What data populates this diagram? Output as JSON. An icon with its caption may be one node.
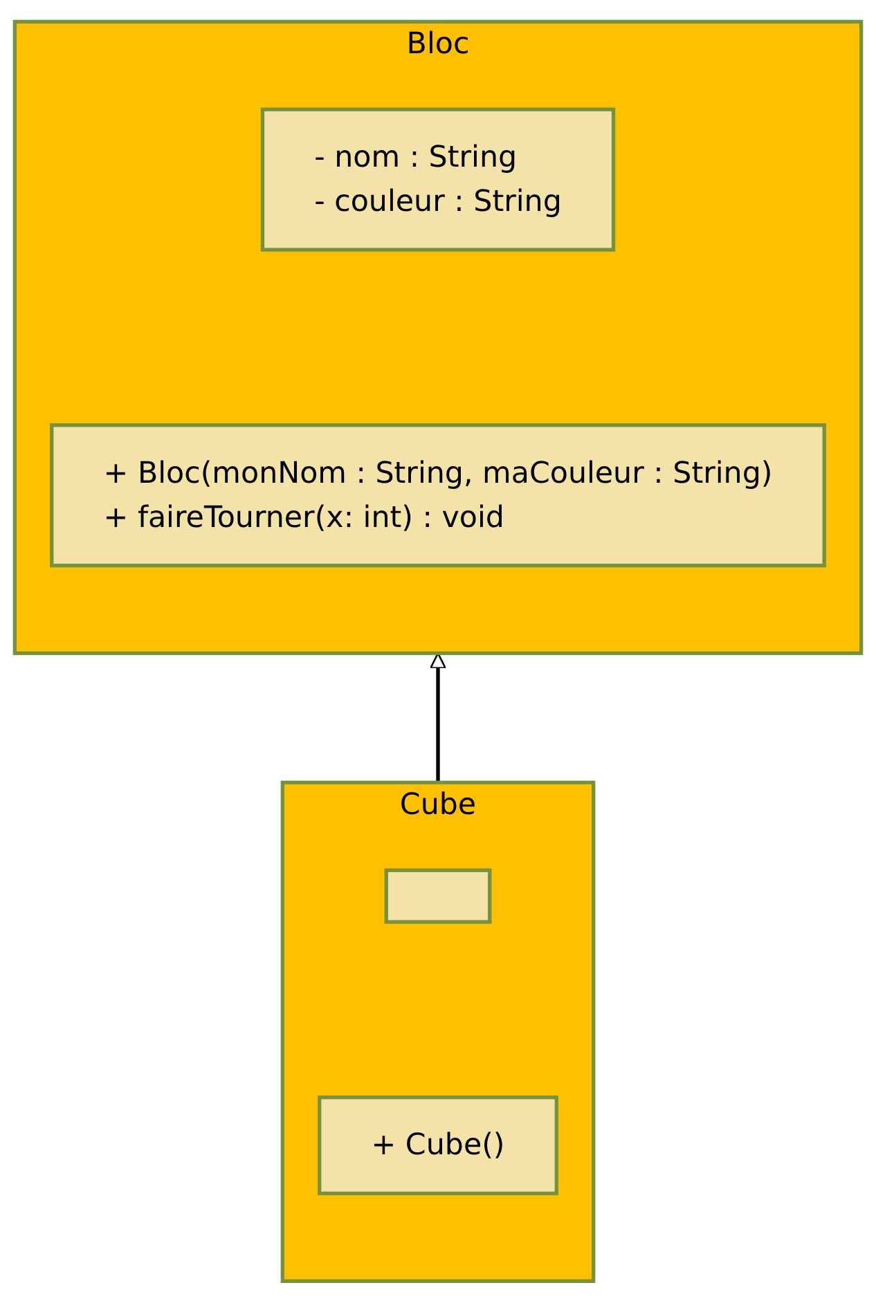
{
  "diagram": {
    "nodes": [
      {
        "text": [
          "Bloc"
        ]
      },
      {
        "text": [
          "- nom : String",
          "- couleur : String"
        ],
        "in": 0
      },
      {
        "text": [
          "+ Bloc(monNom : String, maCouleur : String)",
          "+ faireTourner(x: int) : void"
        ],
        "in": 0
      },
      {
        "text": [
          "Cube"
        ]
      },
      {
        "text": [],
        "shape": "box",
        "in": 3
      },
      {
        "text": [
          "+ Cube()"
        ],
        "in": 3
      }
    ],
    "edges": [
      {
        "from": 3,
        "to": 0,
        "arrow": "to"
      }
    ]
  }
}
